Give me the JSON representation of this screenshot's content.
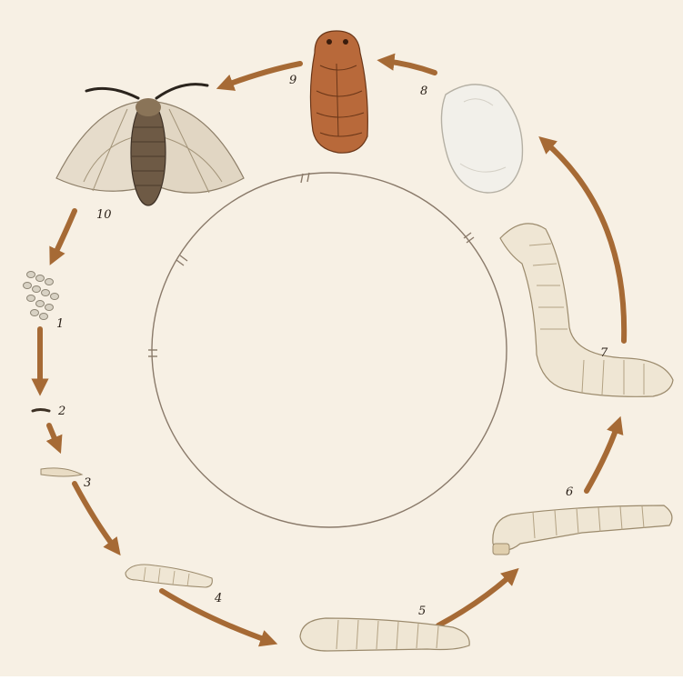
{
  "colors": {
    "paper": "#f7f0e4",
    "arrow": "#a66a35",
    "circle": "#8a7a6a",
    "larva": "#efe6d4",
    "larva_outline": "#9b8a6c",
    "pupa": "#b8693a",
    "pupa_outline": "#6a3618",
    "cocoon": "#f2f0ea",
    "moth_wing": "#e6dccb",
    "moth_body": "#6e5a45",
    "egg": "#d8d2c4"
  },
  "stages": [
    {
      "label": "1",
      "icon": "eggs-icon"
    },
    {
      "label": "2",
      "icon": "hatchling-icon"
    },
    {
      "label": "3",
      "icon": "young-larva-icon"
    },
    {
      "label": "4",
      "icon": "larva-icon"
    },
    {
      "label": "5",
      "icon": "larva-icon"
    },
    {
      "label": "6",
      "icon": "larva-icon"
    },
    {
      "label": "7",
      "icon": "mature-larva-icon"
    },
    {
      "label": "8",
      "icon": "cocoon-icon"
    },
    {
      "label": "9",
      "icon": "pupa-icon"
    },
    {
      "label": "10",
      "icon": "moth-icon"
    }
  ]
}
